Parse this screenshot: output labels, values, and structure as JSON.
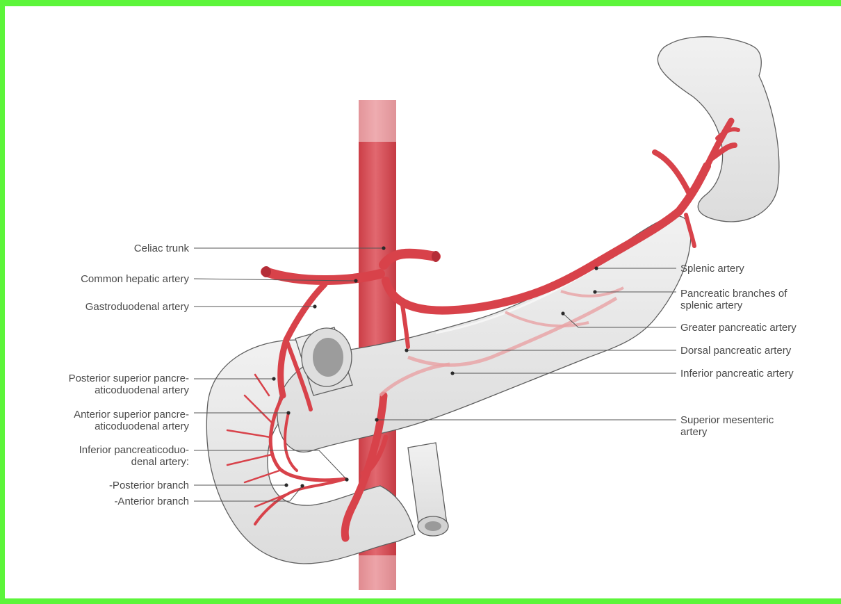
{
  "figure": {
    "colors": {
      "border": "#5cf53a",
      "artery": "#d8424a",
      "artery_dark": "#b52d37",
      "organ_fill": "#e9e9e9",
      "organ_stroke": "#5e5e5e"
    },
    "labels_left": {
      "celiac_trunk": "Celiac trunk",
      "common_hepatic": "Common hepatic artery",
      "gastroduodenal": "Gastroduodenal artery",
      "psp_line1": "Posterior superior pancre-",
      "psp_line2": "aticoduodenal artery",
      "asp_line1": "Anterior superior pancre-",
      "asp_line2": "aticoduodenal artery",
      "ipd_line1": "Inferior pancreaticoduo-",
      "ipd_line2": "denal artery:",
      "posterior_branch": "-Posterior branch",
      "anterior_branch": "-Anterior branch"
    },
    "labels_right": {
      "splenic": "Splenic artery",
      "pancreatic_branches_line1": "Pancreatic branches of",
      "pancreatic_branches_line2": "splenic artery",
      "greater_pancreatic": "Greater pancreatic artery",
      "dorsal_pancreatic": "Dorsal pancreatic artery",
      "inferior_pancreatic": "Inferior pancreatic artery",
      "sma_line1": "Superior mesenteric",
      "sma_line2": "artery"
    }
  }
}
